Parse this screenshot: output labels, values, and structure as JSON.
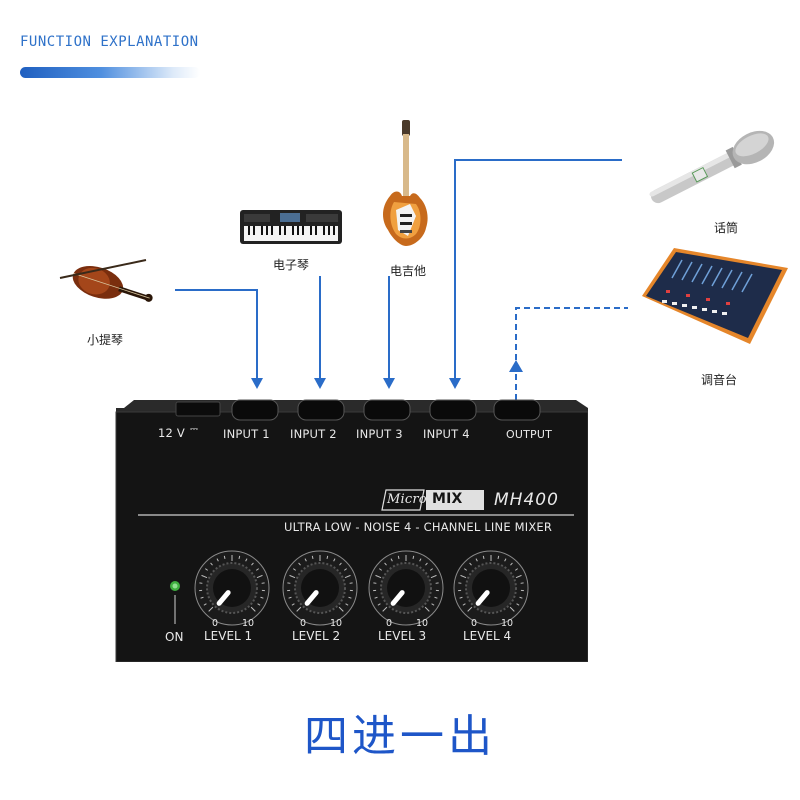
{
  "header": {
    "title": "FUNCTION EXPLANATION"
  },
  "sources": {
    "violin": "小提琴",
    "keyboard": "电子琴",
    "guitar": "电吉他",
    "microphone": "话筒",
    "mixer_console": "调音台"
  },
  "device": {
    "power_label": "12 V",
    "inputs": [
      "INPUT 1",
      "INPUT 2",
      "INPUT 3",
      "INPUT 4"
    ],
    "output": "OUTPUT",
    "brand_micro": "Micro",
    "brand_mix": "MIX",
    "model": "MH400",
    "subtitle": "ULTRA LOW - NOISE 4 - CHANNEL LINE MIXER",
    "on_label": "ON",
    "levels": [
      "LEVEL 1",
      "LEVEL 2",
      "LEVEL 3",
      "LEVEL 4"
    ],
    "scale_min": "0",
    "scale_max": "10"
  },
  "caption": "四进一出",
  "colors": {
    "accent": "#2f72c9",
    "caption": "#1e56c8",
    "arrow": "#2a6cc8",
    "device": "#141414"
  },
  "icons": [
    "violin-icon",
    "keyboard-icon",
    "electric-guitar-icon",
    "microphone-icon",
    "mixing-console-icon"
  ]
}
